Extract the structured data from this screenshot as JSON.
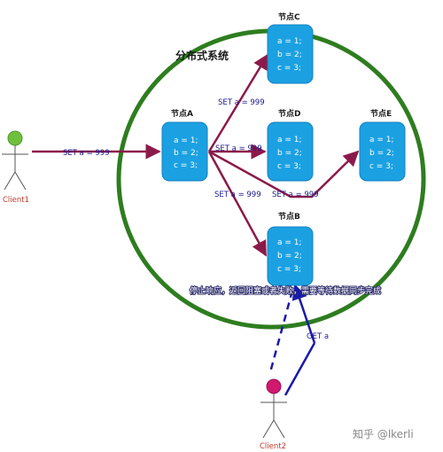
{
  "system_title": "分布式系统",
  "colors": {
    "circle": "#2e7d1f",
    "node_fill": "#1ba1e2",
    "node_stroke": "#1580c0",
    "set_arrow": "#8b1a4a",
    "get_arrow": "#1a1aa8",
    "set_label": "#1a1a8c",
    "client1_head": "#6fbf3f",
    "client2_head": "#d0186f",
    "client_label": "#c0392b",
    "stop_text": "#ffffff",
    "watermark": "#888888"
  },
  "nodes": {
    "A": {
      "title": "节点A",
      "lines": [
        "a = 1;",
        "b = 2;",
        "c = 3;"
      ]
    },
    "B": {
      "title": "节点B",
      "lines": [
        "a = 1;",
        "b = 2;",
        "c = 3;"
      ]
    },
    "C": {
      "title": "节点C",
      "lines": [
        "a = 1;",
        "b = 2;",
        "c = 3;"
      ]
    },
    "D": {
      "title": "节点D",
      "lines": [
        "a = 1;",
        "b = 2;",
        "c = 3;"
      ]
    },
    "E": {
      "title": "节点E",
      "lines": [
        "a = 1;",
        "b = 2;",
        "c = 3;"
      ]
    }
  },
  "edges": {
    "client1_to_A": "SET a = 999",
    "A_to_C": "SET a = 999",
    "A_to_D": "SET a = 999",
    "A_to_B": "SET a = 999",
    "A_to_E": "SET a = 999",
    "client2_to_B": "GET a"
  },
  "stop_message": "停止响应，返回阻塞或者失败，需要等待数据同步完成",
  "actors": {
    "client1": "Client1",
    "client2": "Client2"
  },
  "watermark": "知乎 @lkerli"
}
